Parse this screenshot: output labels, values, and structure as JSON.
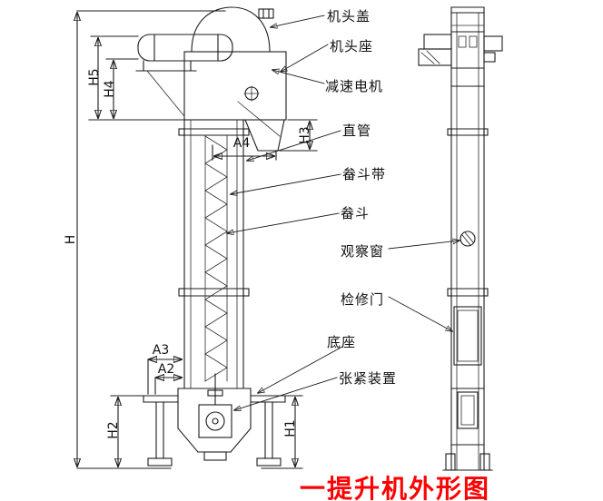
{
  "title": {
    "text": "一提升机外形图",
    "color": "#ff0000"
  },
  "labels": {
    "head_cover": "机头盖",
    "head_seat": "机头座",
    "gear_motor": "减速电机",
    "straight_pipe": "直管",
    "bucket_belt": "畚斗带",
    "bucket": "畚斗",
    "observation_window": "观察窗",
    "inspection_door": "检修门",
    "base": "底座",
    "tension_device": "张紧装置"
  },
  "dims": {
    "h": "H",
    "h1": "H1",
    "h2": "H2",
    "h3": "H3",
    "h4": "H4",
    "h5": "H5",
    "a2": "A2",
    "a3": "A3",
    "a4": "A4"
  }
}
